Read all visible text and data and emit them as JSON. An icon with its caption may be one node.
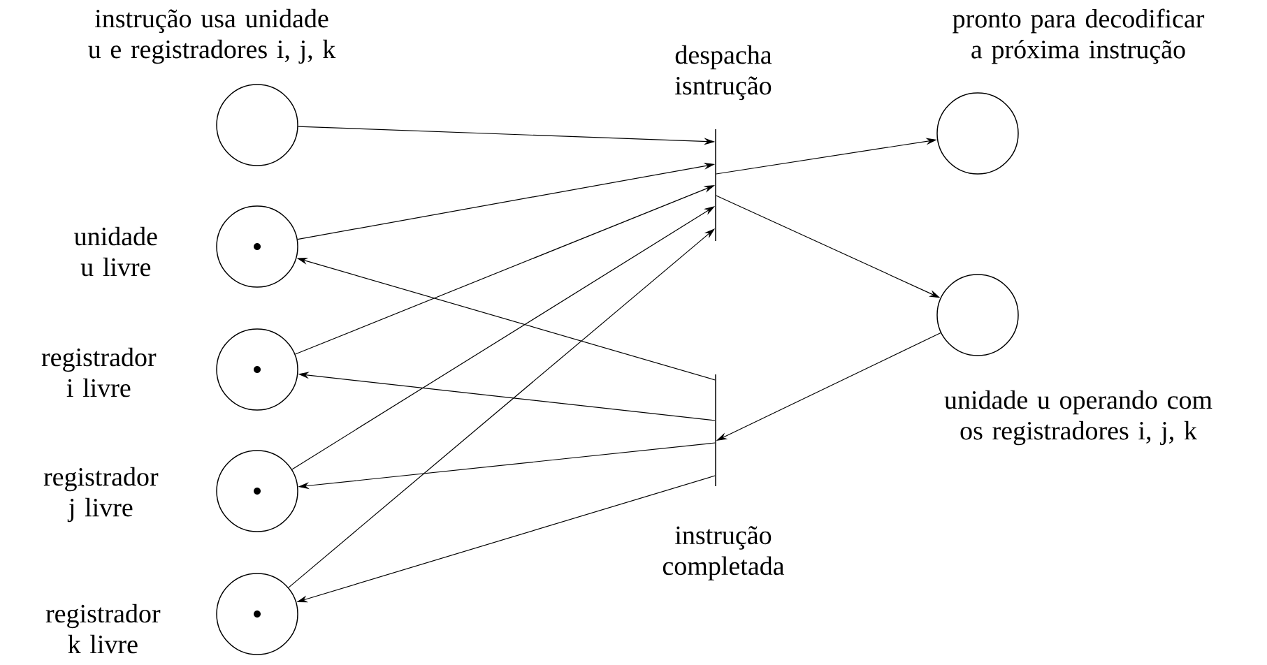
{
  "diagram": {
    "nodes": [
      {
        "text": [],
        "shape": "circle",
        "beside": [
          "instrução usa unidade u e registradores i, j, k"
        ]
      },
      {
        "text": [],
        "shape": "circle",
        "beside": [
          "unidade u livre"
        ]
      },
      {
        "text": [],
        "shape": "circle",
        "beside": [
          "registrador i livre"
        ]
      },
      {
        "text": [],
        "shape": "circle",
        "beside": [
          "registrador j livre"
        ]
      },
      {
        "text": [],
        "shape": "circle",
        "beside": [
          "registrador k livre"
        ]
      },
      {
        "text": [],
        "shape": "circle",
        "beside": [
          "pronto para decodificar a próxima instrução"
        ]
      },
      {
        "text": [],
        "shape": "circle",
        "beside": [
          "unidade u operando com os registradores i, j, k"
        ]
      },
      {
        "text": [],
        "shape": "bar",
        "beside": [
          "despacha isntrução"
        ]
      },
      {
        "text": [],
        "shape": "bar",
        "beside": [
          "instrução completada"
        ]
      }
    ],
    "edges": [
      {
        "from": 0,
        "to": 7,
        "arrow": "to"
      },
      {
        "from": 1,
        "to": 7,
        "arrow": "to"
      },
      {
        "from": 2,
        "to": 7,
        "arrow": "to"
      },
      {
        "from": 3,
        "to": 7,
        "arrow": "to"
      },
      {
        "from": 4,
        "to": 7,
        "arrow": "to"
      },
      {
        "from": 7,
        "to": 5,
        "arrow": "to"
      },
      {
        "from": 7,
        "to": 6,
        "arrow": "to"
      },
      {
        "from": 6,
        "to": 8,
        "arrow": "to"
      },
      {
        "from": 8,
        "to": 1,
        "arrow": "to"
      },
      {
        "from": 8,
        "to": 2,
        "arrow": "to"
      },
      {
        "from": 8,
        "to": 3,
        "arrow": "to"
      },
      {
        "from": 8,
        "to": 4,
        "arrow": "to"
      }
    ]
  }
}
